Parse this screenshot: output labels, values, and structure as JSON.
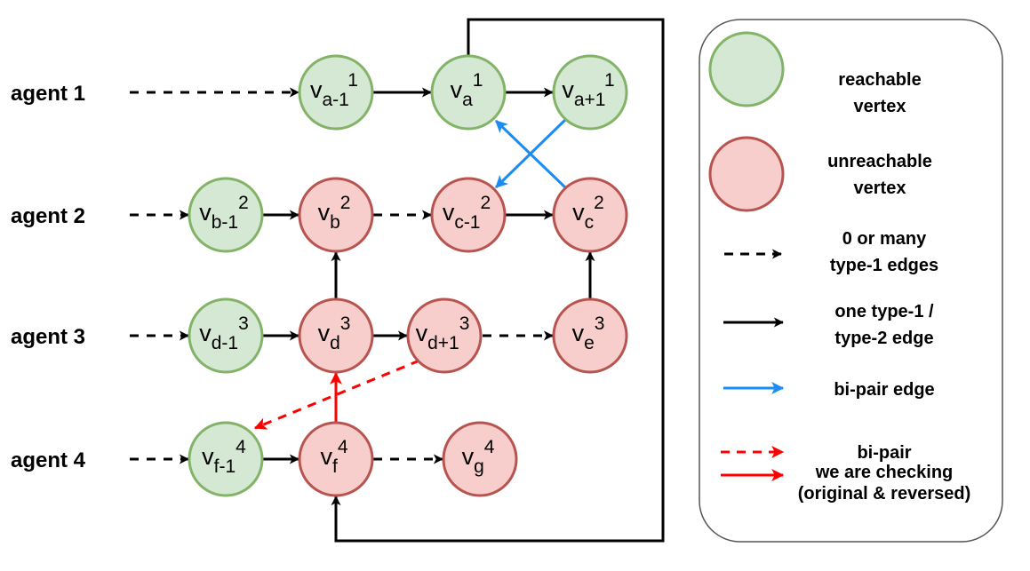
{
  "agents": [
    {
      "id": "agent1",
      "label": "agent 1"
    },
    {
      "id": "agent2",
      "label": "agent 2"
    },
    {
      "id": "agent3",
      "label": "agent 3"
    },
    {
      "id": "agent4",
      "label": "agent 4"
    }
  ],
  "colors": {
    "reachable_fill": "#d5e8d4",
    "reachable_stroke": "#82b366",
    "unreachable_fill": "#f8cecc",
    "unreachable_stroke": "#b85450",
    "edge": "#000000",
    "bipair": "#1b8cf2",
    "checking": "#ff0000",
    "legend_border": "#555555"
  },
  "nodes": [
    {
      "id": "va-1_1",
      "agent": 1,
      "base": "v",
      "sub": "a-1",
      "sup": "1",
      "state": "reachable"
    },
    {
      "id": "va_1",
      "agent": 1,
      "base": "v",
      "sub": "a",
      "sup": "1",
      "state": "reachable"
    },
    {
      "id": "va+1_1",
      "agent": 1,
      "base": "v",
      "sub": "a+1",
      "sup": "1",
      "state": "reachable"
    },
    {
      "id": "vb-1_2",
      "agent": 2,
      "base": "v",
      "sub": "b-1",
      "sup": "2",
      "state": "reachable"
    },
    {
      "id": "vb_2",
      "agent": 2,
      "base": "v",
      "sub": "b",
      "sup": "2",
      "state": "unreachable"
    },
    {
      "id": "vc-1_2",
      "agent": 2,
      "base": "v",
      "sub": "c-1",
      "sup": "2",
      "state": "unreachable"
    },
    {
      "id": "vc_2",
      "agent": 2,
      "base": "v",
      "sub": "c",
      "sup": "2",
      "state": "unreachable"
    },
    {
      "id": "vd-1_3",
      "agent": 3,
      "base": "v",
      "sub": "d-1",
      "sup": "3",
      "state": "reachable"
    },
    {
      "id": "vd_3",
      "agent": 3,
      "base": "v",
      "sub": "d",
      "sup": "3",
      "state": "unreachable"
    },
    {
      "id": "vd+1_3",
      "agent": 3,
      "base": "v",
      "sub": "d+1",
      "sup": "3",
      "state": "unreachable"
    },
    {
      "id": "ve_3",
      "agent": 3,
      "base": "v",
      "sub": "e",
      "sup": "3",
      "state": "unreachable"
    },
    {
      "id": "vf-1_4",
      "agent": 4,
      "base": "v",
      "sub": "f-1",
      "sup": "4",
      "state": "reachable"
    },
    {
      "id": "vf_4",
      "agent": 4,
      "base": "v",
      "sub": "f",
      "sup": "4",
      "state": "unreachable"
    },
    {
      "id": "vg_4",
      "agent": 4,
      "base": "v",
      "sub": "g",
      "sup": "4",
      "state": "unreachable"
    }
  ],
  "edges": [
    {
      "from": "agent1",
      "to": "va-1_1",
      "kind": "type1-many"
    },
    {
      "from": "va-1_1",
      "to": "va_1",
      "kind": "one-edge"
    },
    {
      "from": "va_1",
      "to": "va+1_1",
      "kind": "one-edge"
    },
    {
      "from": "agent2",
      "to": "vb-1_2",
      "kind": "type1-many"
    },
    {
      "from": "vb-1_2",
      "to": "vb_2",
      "kind": "one-edge"
    },
    {
      "from": "vb_2",
      "to": "vc-1_2",
      "kind": "type1-many"
    },
    {
      "from": "vc-1_2",
      "to": "vc_2",
      "kind": "one-edge"
    },
    {
      "from": "agent3",
      "to": "vd-1_3",
      "kind": "type1-many"
    },
    {
      "from": "vd-1_3",
      "to": "vd_3",
      "kind": "one-edge"
    },
    {
      "from": "vd_3",
      "to": "vd+1_3",
      "kind": "one-edge"
    },
    {
      "from": "vd+1_3",
      "to": "ve_3",
      "kind": "type1-many"
    },
    {
      "from": "agent4",
      "to": "vf-1_4",
      "kind": "type1-many"
    },
    {
      "from": "vf-1_4",
      "to": "vf_4",
      "kind": "one-edge"
    },
    {
      "from": "vf_4",
      "to": "vg_4",
      "kind": "type1-many"
    },
    {
      "from": "vd_3",
      "to": "vb_2",
      "kind": "one-edge"
    },
    {
      "from": "ve_3",
      "to": "vc_2",
      "kind": "one-edge"
    },
    {
      "from": "va_1",
      "to": "vf_4",
      "kind": "one-edge-loop"
    },
    {
      "from": "vc_2",
      "to": "va_1",
      "kind": "bi-pair"
    },
    {
      "from": "va+1_1",
      "to": "vc-1_2",
      "kind": "bi-pair"
    },
    {
      "from": "vf_4",
      "to": "vd_3",
      "kind": "checking-original"
    },
    {
      "from": "vd+1_3",
      "to": "vf-1_4",
      "kind": "checking-reversed"
    }
  ],
  "legend": {
    "reachable": [
      "reachable",
      "vertex"
    ],
    "unreachable": [
      "unreachable",
      "vertex"
    ],
    "many_edges": [
      "0 or many",
      "type-1 edges"
    ],
    "one_edge": [
      "one type-1 /",
      "type-2 edge"
    ],
    "bipair": [
      "bi-pair edge"
    ],
    "checking": [
      "bi-pair",
      "we are checking",
      "(original & reversed)"
    ]
  }
}
